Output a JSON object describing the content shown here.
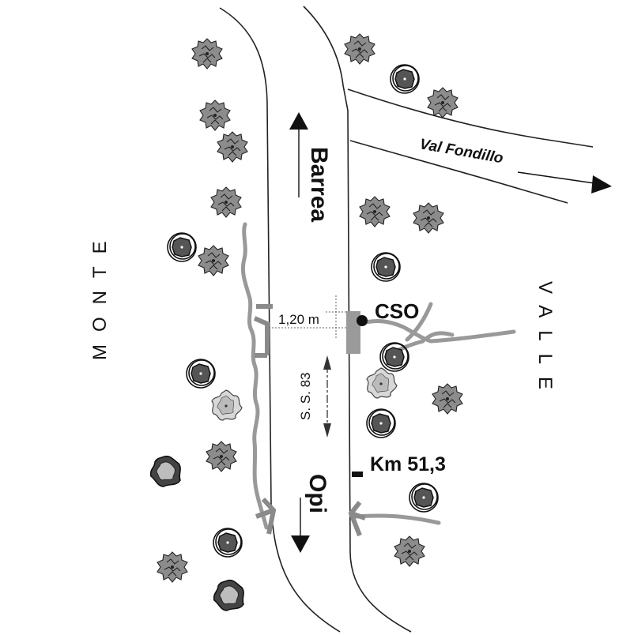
{
  "labels": {
    "monte": "MONTE",
    "valle": "VALLE",
    "barrea": "Barrea",
    "opi": "Opi",
    "val_fondillo": "Val Fondillo",
    "road": "S. S. 83",
    "width": "1,20 m",
    "cso": "CSO",
    "km": "Km 51,3"
  },
  "colors": {
    "stream": "#999999",
    "culvert": "#8a8a8a",
    "ink": "#111111",
    "cso_marker": "#9a9a9a"
  },
  "icons": {
    "tree": "tree-icon",
    "cso": "cso-point-icon",
    "arrow": "arrow-icon"
  }
}
